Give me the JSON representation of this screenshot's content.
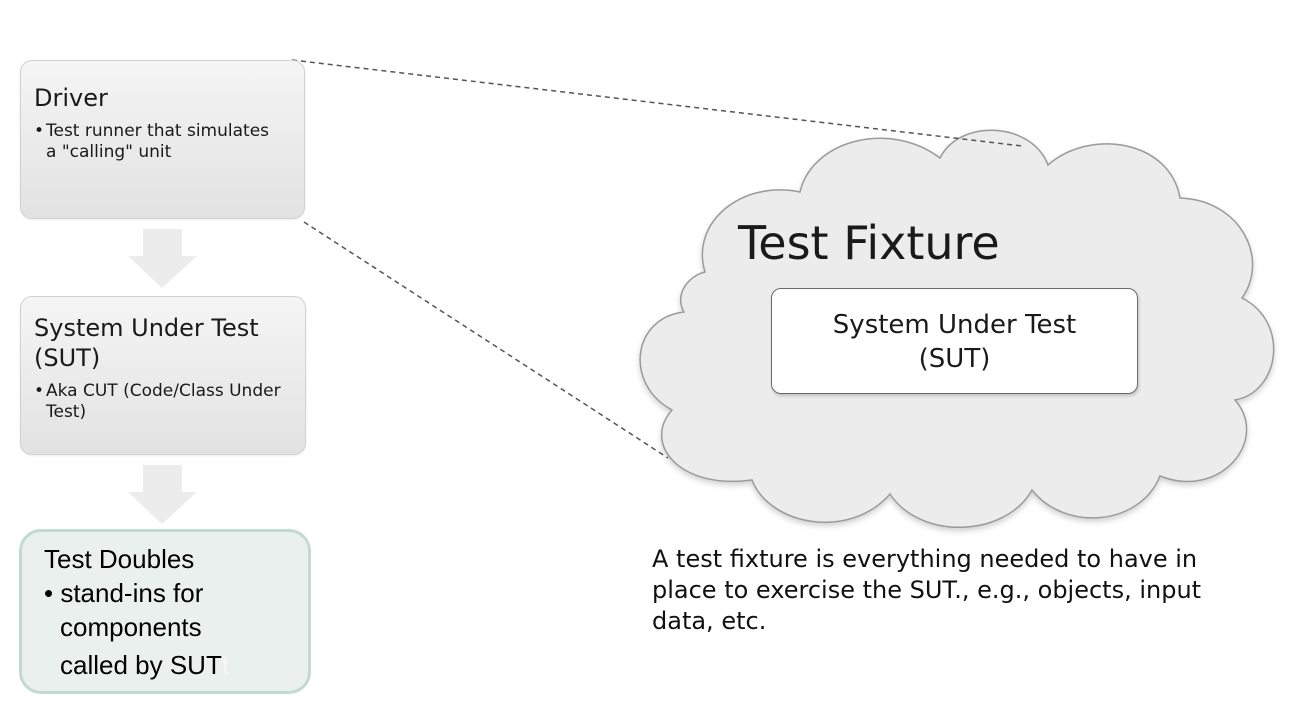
{
  "driver": {
    "title": "Driver",
    "bullet": "Test runner that simulates a \"calling\" unit"
  },
  "sut": {
    "title_line1": "System Under Test",
    "title_line2": "(SUT)",
    "bullet": "Aka CUT (Code/Class Under Test)"
  },
  "test_doubles": {
    "title": "Test Doubles",
    "line1": "• stand-ins for",
    "line2": "components",
    "line3": "called by SUT",
    "trailing_faint": "t"
  },
  "fixture": {
    "title": "Test Fixture",
    "inner_line1": "System Under Test",
    "inner_line2": "(SUT)"
  },
  "caption": "A test fixture is everything needed to have in place to exercise the SUT., e.g., objects, input data, etc.",
  "colors": {
    "box_border": "#d2d2d2",
    "arrow": "#ececec",
    "cloud_fill": "#ececec",
    "cloud_stroke": "#9a9a9a",
    "doubles_fill": "#eaf0ee",
    "doubles_border": "#c3d9d3",
    "dashed_line": "#555555"
  }
}
